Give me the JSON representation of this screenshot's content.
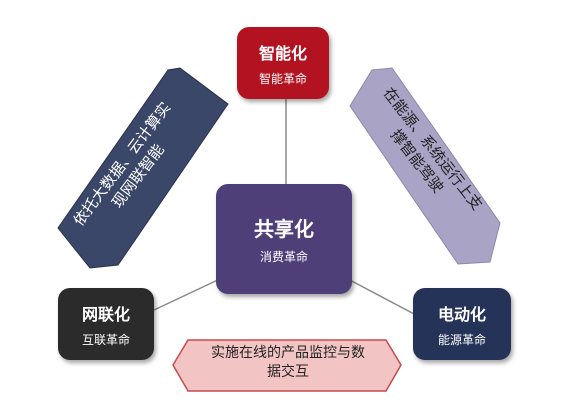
{
  "nodes": {
    "top": {
      "title": "智能化",
      "subtitle": "智能革命"
    },
    "center": {
      "title": "共享化",
      "subtitle": "消费革命"
    },
    "left": {
      "title": "网联化",
      "subtitle": "互联革命"
    },
    "right": {
      "title": "电动化",
      "subtitle": "能源革命"
    }
  },
  "arrows": {
    "left": {
      "line1": "依托大数据、云计算实",
      "line2": "现网联智能"
    },
    "right": {
      "line1": "在能源、系统运行上支",
      "line2": "撑智能驾驶"
    },
    "bottom": {
      "line1": "实施在线的产品监控与数",
      "line2": "据交互"
    }
  },
  "colors": {
    "top": "#b31320",
    "center": "#4f3f78",
    "left": "#2b2b2b",
    "right": "#243357",
    "arrow_left": "#3b4768",
    "arrow_right": "#a9a4c6",
    "arrow_bottom": "#f2c4c4"
  }
}
